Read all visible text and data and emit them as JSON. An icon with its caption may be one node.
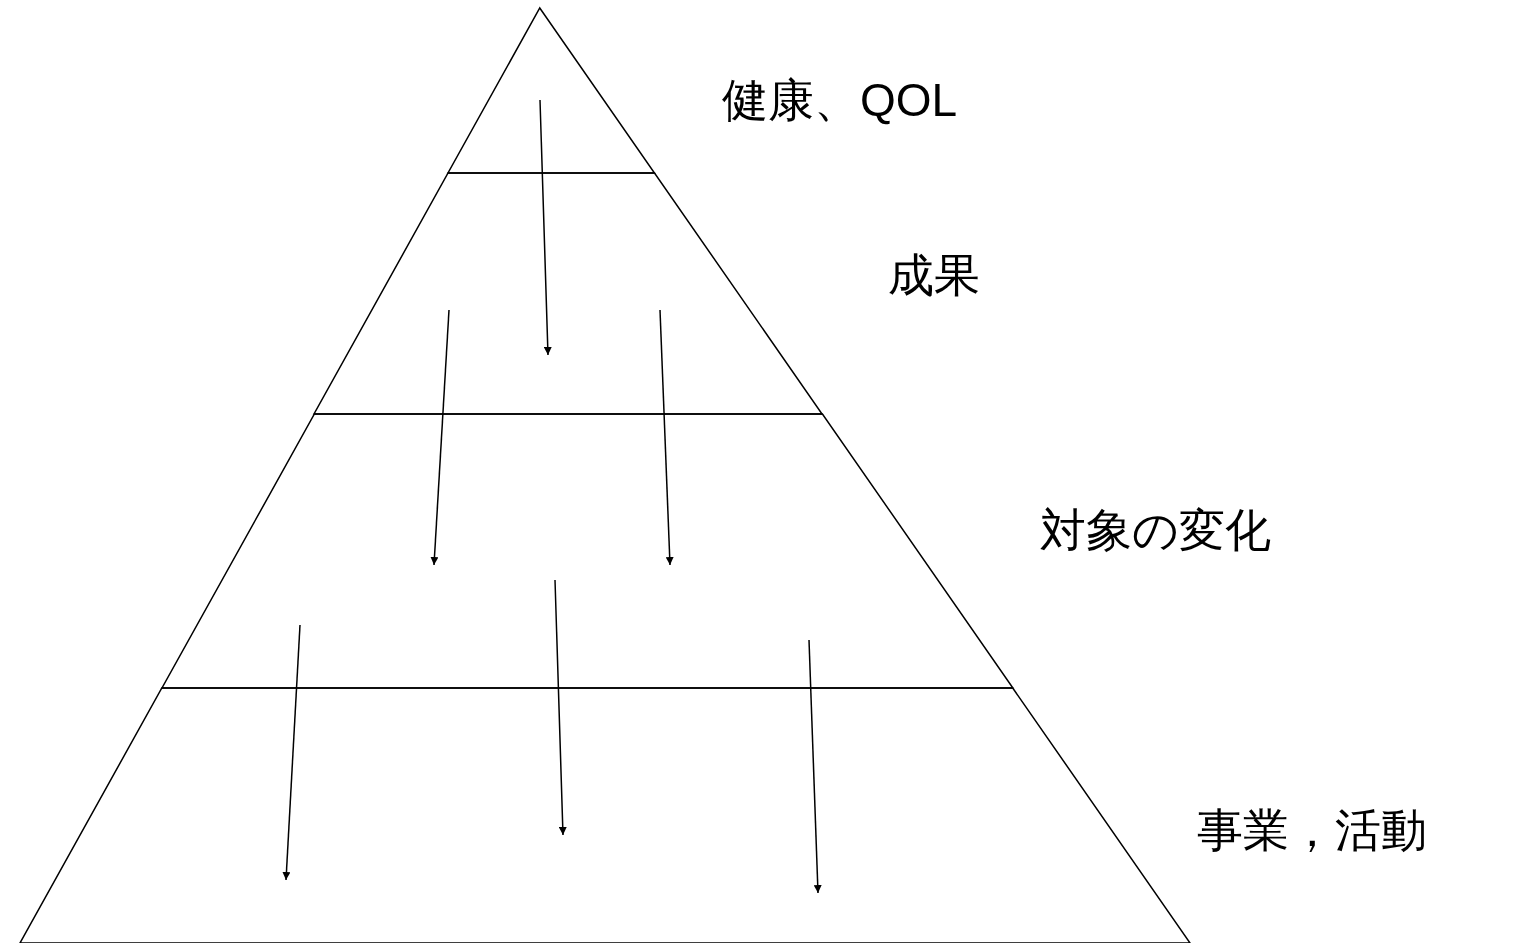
{
  "diagram": {
    "nodes": [
      {
        "text": [
          "健康、QOL"
        ]
      },
      {
        "text": [
          "成果"
        ]
      },
      {
        "text": [
          "対象の変化"
        ]
      },
      {
        "text": [
          "事業，活動"
        ]
      }
    ],
    "edges": [
      {
        "from": 0,
        "to": 1,
        "arrow": "to"
      },
      {
        "from": 1,
        "to": 2,
        "arrow": "to"
      },
      {
        "from": 1,
        "to": 2,
        "arrow": "to"
      },
      {
        "from": 2,
        "to": 3,
        "arrow": "to"
      },
      {
        "from": 2,
        "to": 3,
        "arrow": "to"
      },
      {
        "from": 2,
        "to": 3,
        "arrow": "to"
      }
    ]
  }
}
